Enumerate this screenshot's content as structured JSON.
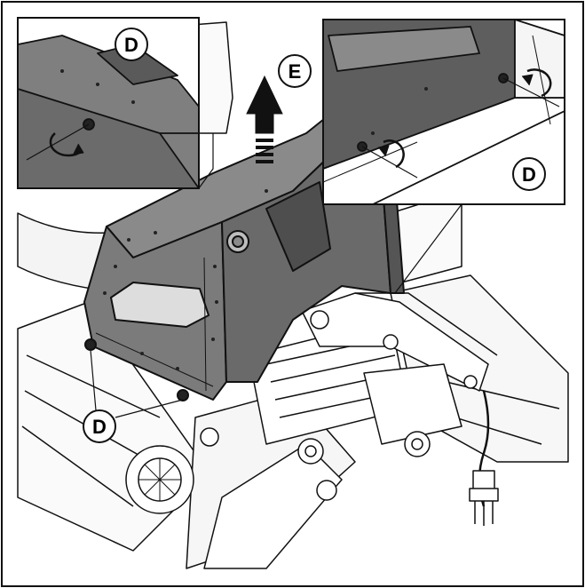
{
  "illustration": {
    "colors": {
      "line": "#111111",
      "panel_fill": "#7a7a7a",
      "panel_dark": "#5e5e5e",
      "inset_fill": "#8a8a8a",
      "background": "#ffffff"
    },
    "callouts": {
      "inset_left": "D",
      "lift_arrow": "E",
      "inset_right": "D",
      "bottom_screws": "D"
    },
    "icons": [
      "unscrew-rotation-icon",
      "lift-arrow-icon"
    ]
  }
}
